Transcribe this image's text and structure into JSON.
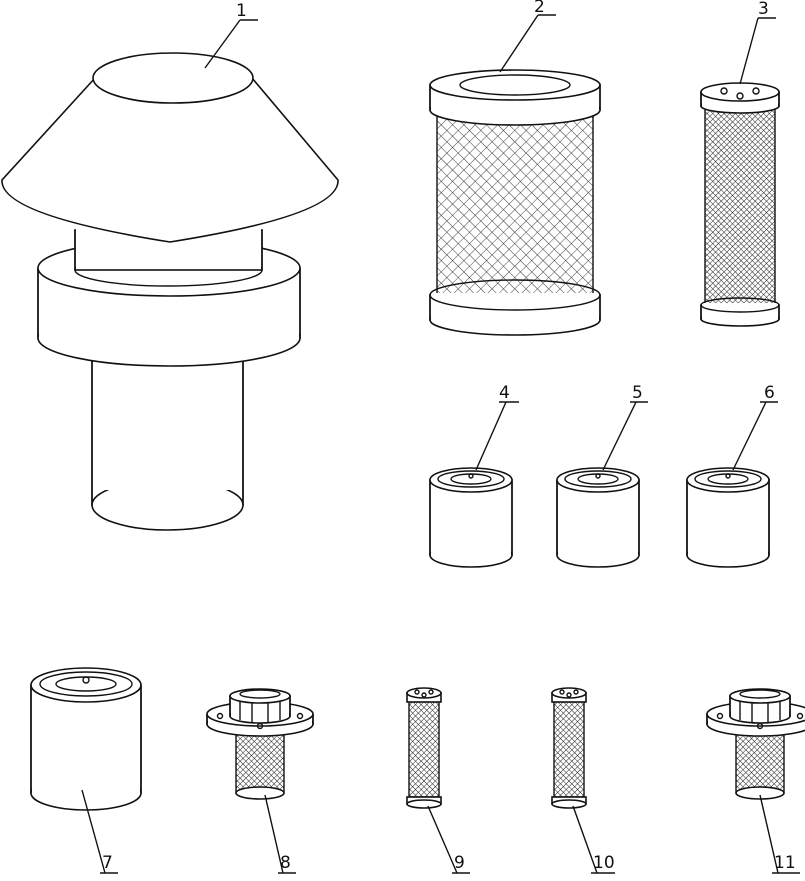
{
  "figure": {
    "labels": [
      "1",
      "2",
      "3",
      "4",
      "5",
      "6",
      "7",
      "8",
      "9",
      "10",
      "11"
    ],
    "colors": {
      "line": "#111111",
      "background": "#ffffff"
    }
  }
}
